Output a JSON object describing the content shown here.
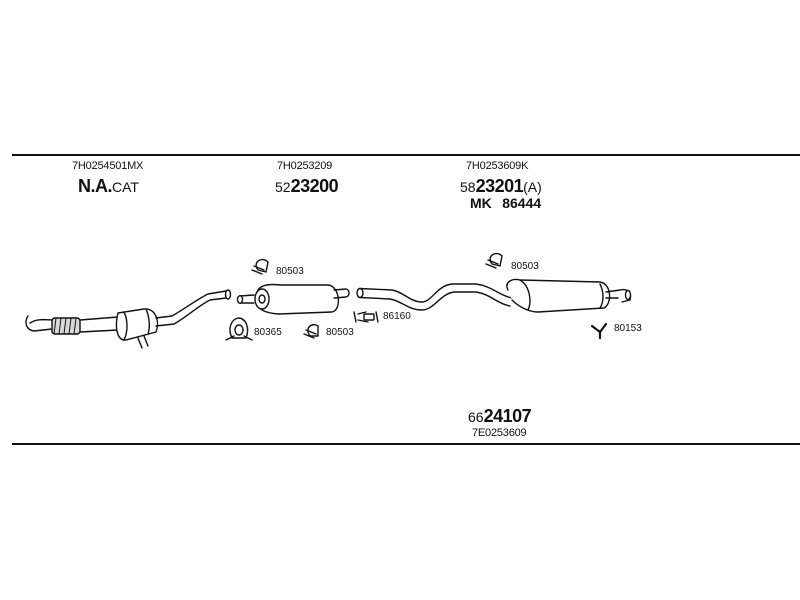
{
  "columns": [
    {
      "part_number": "7H0254501MX",
      "code_bold": "N.A.",
      "code_suffix": "CAT"
    },
    {
      "part_number": "7H0253209",
      "code_prefix": "52",
      "code_bold": "23200"
    },
    {
      "part_number": "7H0253609K",
      "code_prefix": "58",
      "code_bold": "23201",
      "code_suffix": "(A)",
      "kit_label": "MK",
      "kit_number": "86444"
    }
  ],
  "bottom": {
    "code_prefix": "66",
    "code_bold": "24107",
    "part_number": "7E0253609"
  },
  "fittings": {
    "clamp_front_top": "80503",
    "gasket": "80365",
    "clamp_front_bottom": "80503",
    "hanger_mid": "86160",
    "clamp_rear": "80503",
    "bracket_rear": "80153"
  }
}
